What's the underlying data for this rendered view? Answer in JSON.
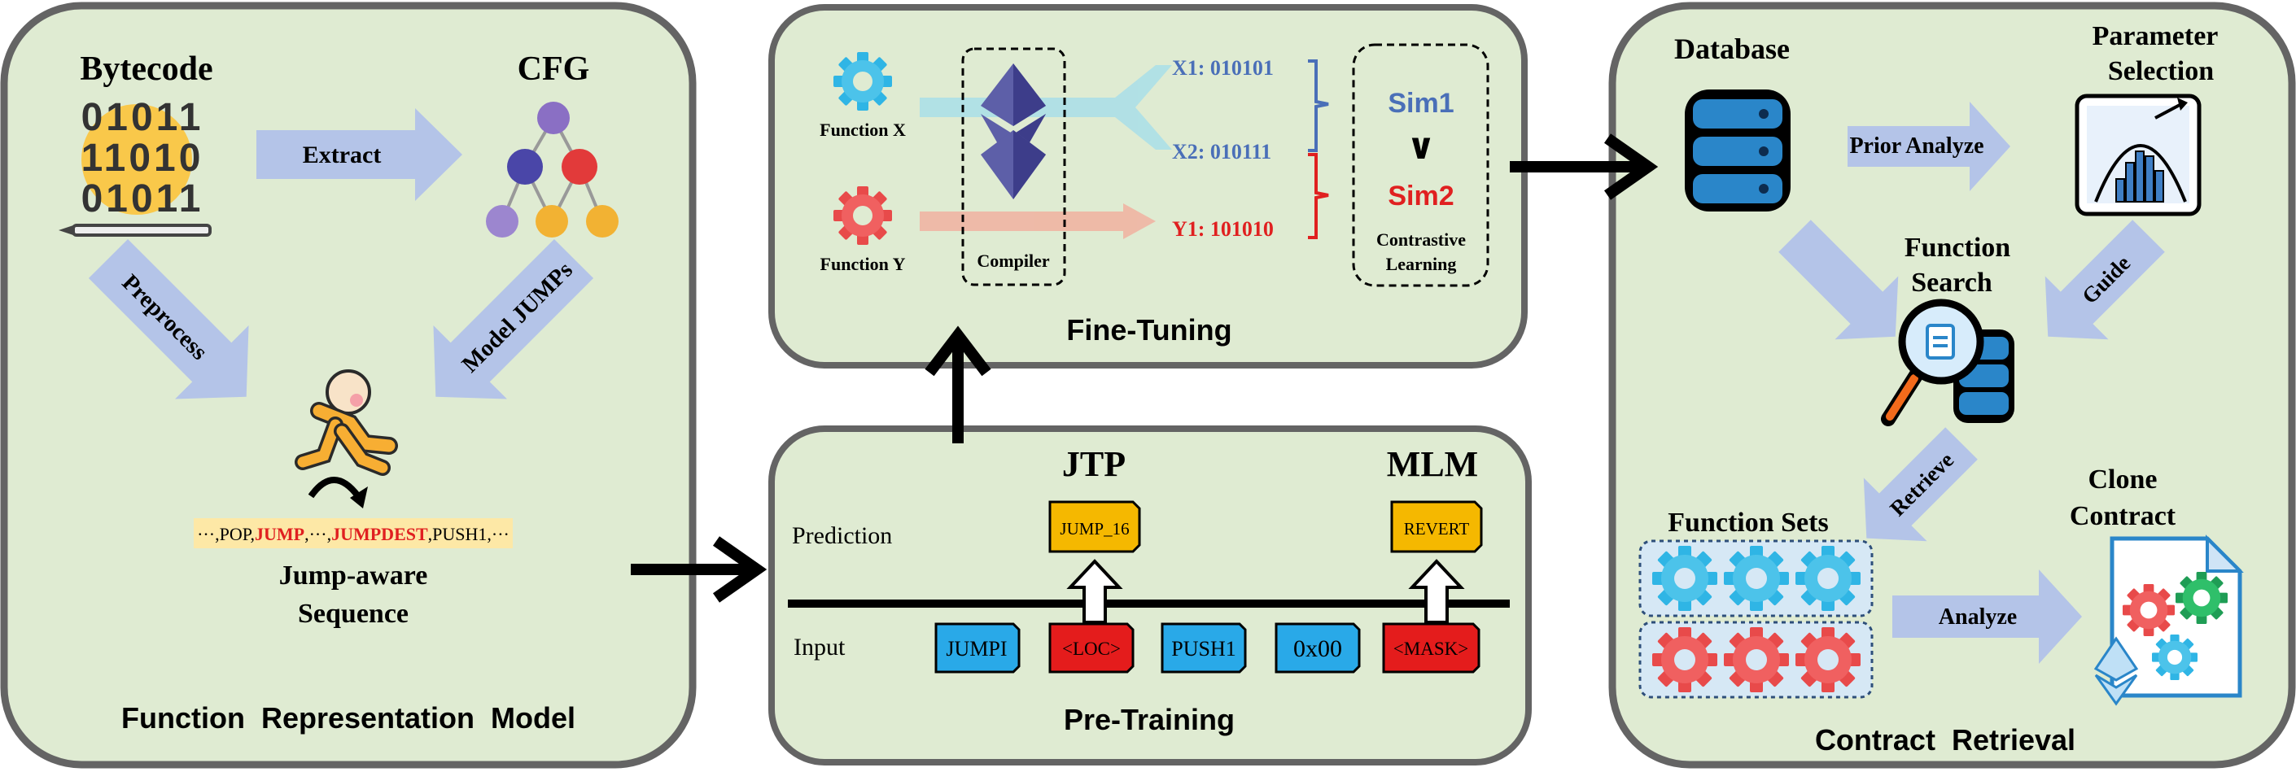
{
  "colors": {
    "panel_fill": "#dfebd2",
    "panel_stroke": "#646464",
    "arrow_blue": "#b4c4e8",
    "arrow_black": "#000000",
    "arrow_salmon": "#f0b5a3",
    "arrow_cyan": "#a9dfe9",
    "accent_red": "#e02020",
    "accent_blue": "#4a6fb8",
    "token_blue": "#29a9e8",
    "token_red": "#e41c1c",
    "token_yellow": "#f5b800"
  },
  "panels": {
    "frm": {
      "title": "Function Representation Model",
      "bytecode_label": "Bytecode",
      "cfg_label": "CFG",
      "binary_rows": [
        "01011",
        "11010",
        "01011"
      ],
      "extract_label": "Extract",
      "preprocess_label": "Preprocess",
      "model_jumps_label": "Model JUMPs",
      "sequence": {
        "prefix": "···,POP,",
        "jump": "JUMP",
        "mid": ",···,",
        "jumpdest": "JUMPDEST",
        "suffix": ",PUSH1,···"
      },
      "sequence_caption_1": "Jump-aware",
      "sequence_caption_2": "Sequence",
      "icons": [
        "binary-code-icon",
        "cfg-graph-icon",
        "running-person-icon"
      ]
    },
    "finetuning": {
      "title": "Fine-Tuning",
      "function_x": "Function X",
      "function_y": "Function Y",
      "compiler_label": "Compiler",
      "x1": "X1: 010101",
      "x2": "X2: 010111",
      "y1": "Y1: 101010",
      "sim1": "Sim1",
      "sim2": "Sim2",
      "compare_symbol": "∨",
      "contrastive_1": "Contrastive",
      "contrastive_2": "Learning",
      "icons": [
        "blue-gear-icon",
        "red-gear-icon",
        "ethereum-logo-icon"
      ]
    },
    "pretraining": {
      "title": "Pre-Training",
      "jtp_label": "JTP",
      "mlm_label": "MLM",
      "prediction_label": "Prediction",
      "input_label": "Input",
      "prediction_tokens": [
        "JUMP_16",
        "REVERT"
      ],
      "input_tokens": [
        "JUMPI",
        "<LOC>",
        "PUSH1",
        "0x00",
        "<MASK>"
      ]
    },
    "retrieval": {
      "title": "Contract  Retrieval",
      "database_label": "Database",
      "parameter_label_1": "Parameter",
      "parameter_label_2": "Selection",
      "prior_analyze_label": "Prior Analyze",
      "function_search_1": "Function",
      "function_search_2": "Search",
      "guide_label": "Guide",
      "retrieve_label": "Retrieve",
      "function_sets_label": "Function Sets",
      "clone_contract_1": "Clone",
      "clone_contract_2": "Contract",
      "analyze_label": "Analyze",
      "icons": [
        "database-icon",
        "distribution-chart-icon",
        "search-database-icon",
        "blue-gear-icon",
        "red-gear-icon",
        "contract-document-icon"
      ]
    }
  }
}
